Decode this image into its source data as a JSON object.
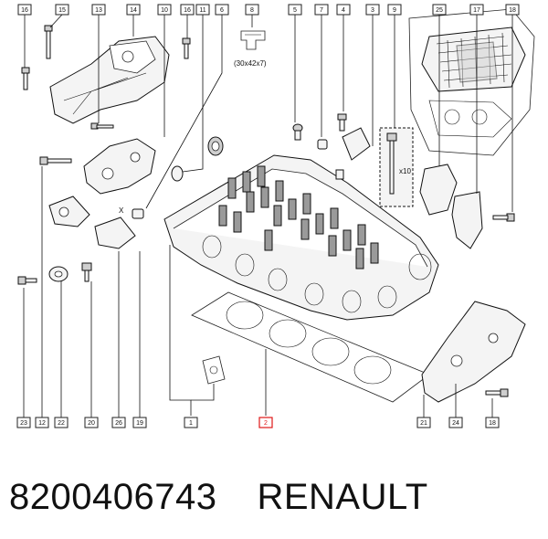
{
  "diagram": {
    "seal_size": "(30x42x7)",
    "multiplier": "x10",
    "axis_marker": "X",
    "highlighted_callout": "2",
    "callouts": [
      {
        "id": "c16a",
        "label": "16"
      },
      {
        "id": "c15",
        "label": "15"
      },
      {
        "id": "c13",
        "label": "13"
      },
      {
        "id": "c14",
        "label": "14"
      },
      {
        "id": "c10a",
        "label": "10"
      },
      {
        "id": "c16b",
        "label": "16"
      },
      {
        "id": "c11",
        "label": "11"
      },
      {
        "id": "c6",
        "label": "6"
      },
      {
        "id": "c8",
        "label": "8"
      },
      {
        "id": "c5",
        "label": "5"
      },
      {
        "id": "c7",
        "label": "7"
      },
      {
        "id": "c4",
        "label": "4"
      },
      {
        "id": "c3",
        "label": "3"
      },
      {
        "id": "c9",
        "label": "9"
      },
      {
        "id": "c25",
        "label": "25"
      },
      {
        "id": "c17",
        "label": "17"
      },
      {
        "id": "c18a",
        "label": "18"
      },
      {
        "id": "c23",
        "label": "23"
      },
      {
        "id": "c12",
        "label": "12"
      },
      {
        "id": "c22",
        "label": "22"
      },
      {
        "id": "c20",
        "label": "20"
      },
      {
        "id": "c26",
        "label": "26"
      },
      {
        "id": "c19",
        "label": "19"
      },
      {
        "id": "c1",
        "label": "1"
      },
      {
        "id": "c2",
        "label": "2"
      },
      {
        "id": "c21",
        "label": "21"
      },
      {
        "id": "c24",
        "label": "24"
      },
      {
        "id": "c18b",
        "label": "18"
      }
    ]
  },
  "footer": {
    "part_number": "8200406743",
    "brand": "RENAULT"
  },
  "colors": {
    "line": "#111111",
    "highlight": "#e01818",
    "background": "#ffffff"
  }
}
